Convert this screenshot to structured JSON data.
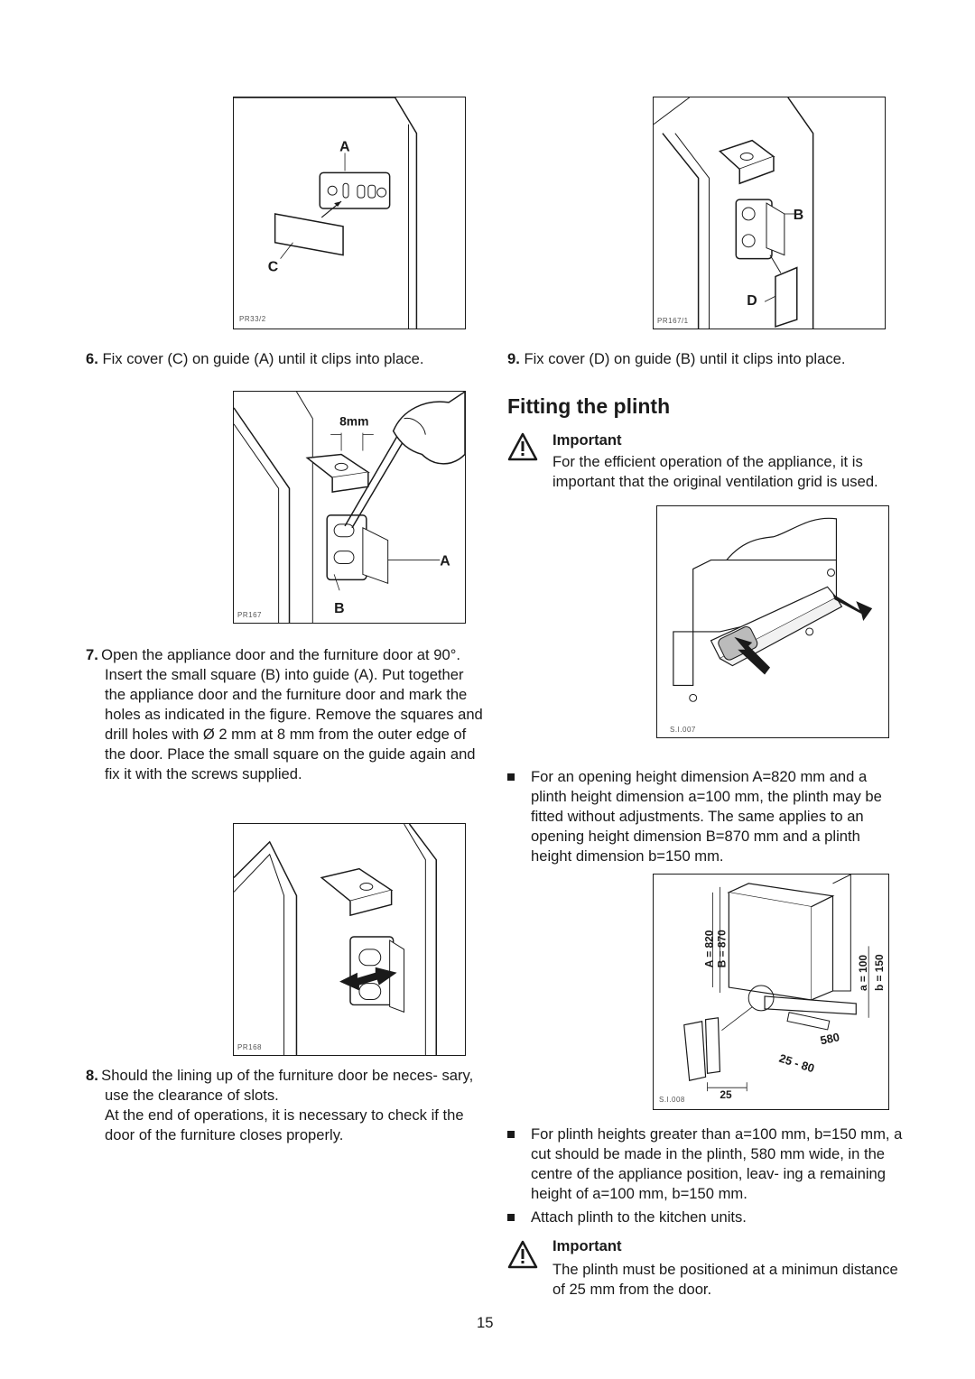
{
  "figures": {
    "fig_pr33": {
      "code": "PR33/2",
      "labels": {
        "a": "A",
        "c": "C"
      }
    },
    "fig_pr167_1": {
      "code": "PR167/1",
      "labels": {
        "b": "B",
        "d": "D"
      }
    },
    "fig_pr167": {
      "code": "PR167",
      "labels": {
        "dim": "8mm",
        "a": "A",
        "b": "B"
      }
    },
    "fig_pr168": {
      "code": "PR168"
    },
    "fig_si007": {
      "code": "S.I.007"
    },
    "fig_si008": {
      "code": "S.I.008",
      "labels": {
        "a820": "A = 820",
        "b870": "B = 870",
        "a100": "a = 100",
        "b150": "b = 150",
        "w580": "580",
        "r2580": "25 - 80",
        "d25": "25"
      }
    }
  },
  "steps": {
    "s6": {
      "num": "6.",
      "text": "Fix cover (C) on guide (A) until it clips into place."
    },
    "s9": {
      "num": "9.",
      "text": "Fix cover (D) on guide (B) until it clips into place."
    },
    "s7": {
      "num": "7.",
      "text": "Open the appliance door and the furniture door at 90°. Insert the small square (B) into guide (A). Put together the appliance door and the furniture door and mark the holes as indicated in the figure. Remove the squares and drill holes with Ø 2 mm at 8 mm from the outer edge of the door. Place the small square on the guide again and fix it with the screws supplied."
    },
    "s8": {
      "num": "8.",
      "text": "Should the lining up of the furniture door be neces- sary, use the clearance of slots.",
      "text2": "At the end of operations, it is necessary to check if the door of the furniture closes properly."
    }
  },
  "section": {
    "title": "Fitting the plinth"
  },
  "important1": {
    "title": "Important",
    "text": "For the efficient operation of the appliance, it is important that the original ventilation grid is used."
  },
  "bullets": [
    "For an opening height dimension A=820 mm and a plinth height dimension a=100 mm, the plinth may be fitted without adjustments. The same applies to an opening height dimension B=870 mm and a plinth height dimension b=150 mm.",
    "For plinth heights greater than a=100 mm, b=150 mm, a cut should be made in the plinth, 580 mm wide, in the centre of the appliance position, leav- ing a remaining height of a=100 mm, b=150 mm.",
    "Attach plinth to the kitchen units."
  ],
  "important2": {
    "title": "Important",
    "text": "The plinth must be positioned at a minimun distance of 25 mm from the door."
  },
  "page_number": "15"
}
